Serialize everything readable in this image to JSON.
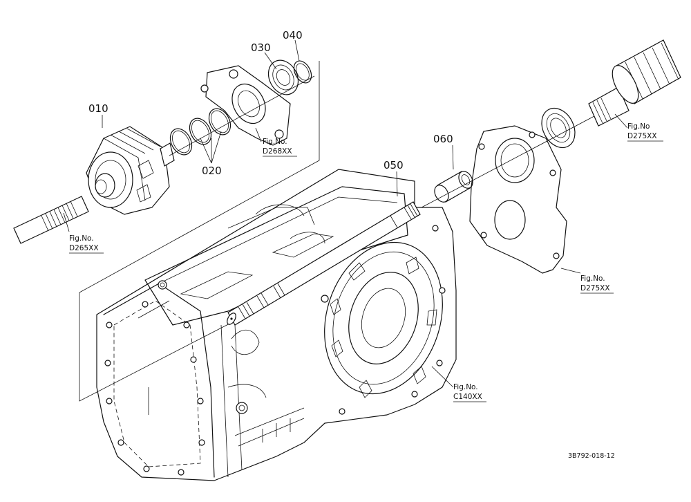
{
  "callouts": [
    {
      "id": "010",
      "text": "010"
    },
    {
      "id": "020",
      "text": "020"
    },
    {
      "id": "030",
      "text": "030"
    },
    {
      "id": "040",
      "text": "040"
    },
    {
      "id": "050",
      "text": "050"
    },
    {
      "id": "060",
      "text": "060"
    }
  ],
  "fig_refs": {
    "d265": {
      "line1": "Fig.No.",
      "line2": "D265XX"
    },
    "d268": {
      "line1": "Fig.No.",
      "line2": "D268XX"
    },
    "d275_top": {
      "line1": "Fig.No",
      "line2": "D275XX"
    },
    "d275_mid": {
      "line1": "Fig.No.",
      "line2": "D275XX"
    },
    "c140": {
      "line1": "Fig.No.",
      "line2": "C140XX"
    }
  },
  "drawing_code": "3B792-018-12"
}
